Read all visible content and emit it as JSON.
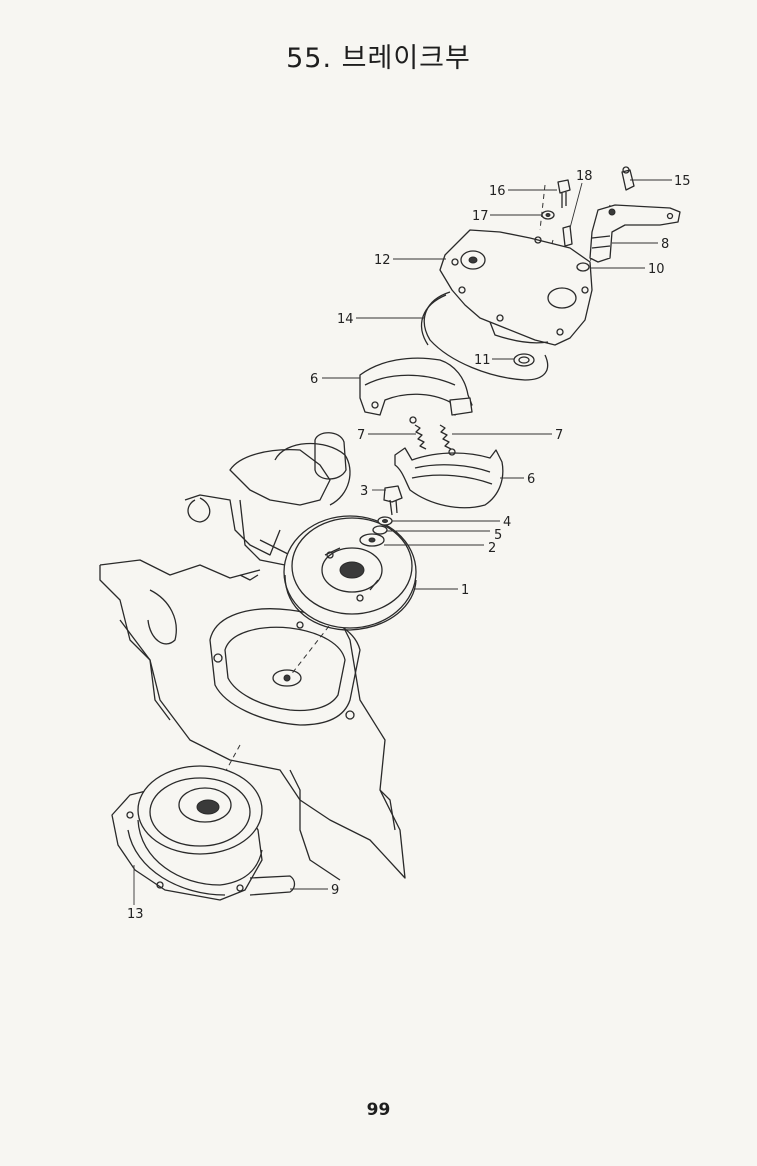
{
  "page": {
    "title": "55. 브레이크부",
    "page_number": "99"
  },
  "callouts": [
    {
      "id": "16",
      "label": "16"
    },
    {
      "id": "18",
      "label": "18"
    },
    {
      "id": "15",
      "label": "15"
    },
    {
      "id": "17",
      "label": "17"
    },
    {
      "id": "8",
      "label": "8"
    },
    {
      "id": "12",
      "label": "12"
    },
    {
      "id": "10",
      "label": "10"
    },
    {
      "id": "14",
      "label": "14"
    },
    {
      "id": "11",
      "label": "11"
    },
    {
      "id": "6a",
      "label": "6"
    },
    {
      "id": "7a",
      "label": "7"
    },
    {
      "id": "7b",
      "label": "7"
    },
    {
      "id": "6b",
      "label": "6"
    },
    {
      "id": "3",
      "label": "3"
    },
    {
      "id": "4",
      "label": "4"
    },
    {
      "id": "5",
      "label": "5"
    },
    {
      "id": "2",
      "label": "2"
    },
    {
      "id": "1",
      "label": "1"
    },
    {
      "id": "9",
      "label": "9"
    },
    {
      "id": "13",
      "label": "13"
    }
  ]
}
